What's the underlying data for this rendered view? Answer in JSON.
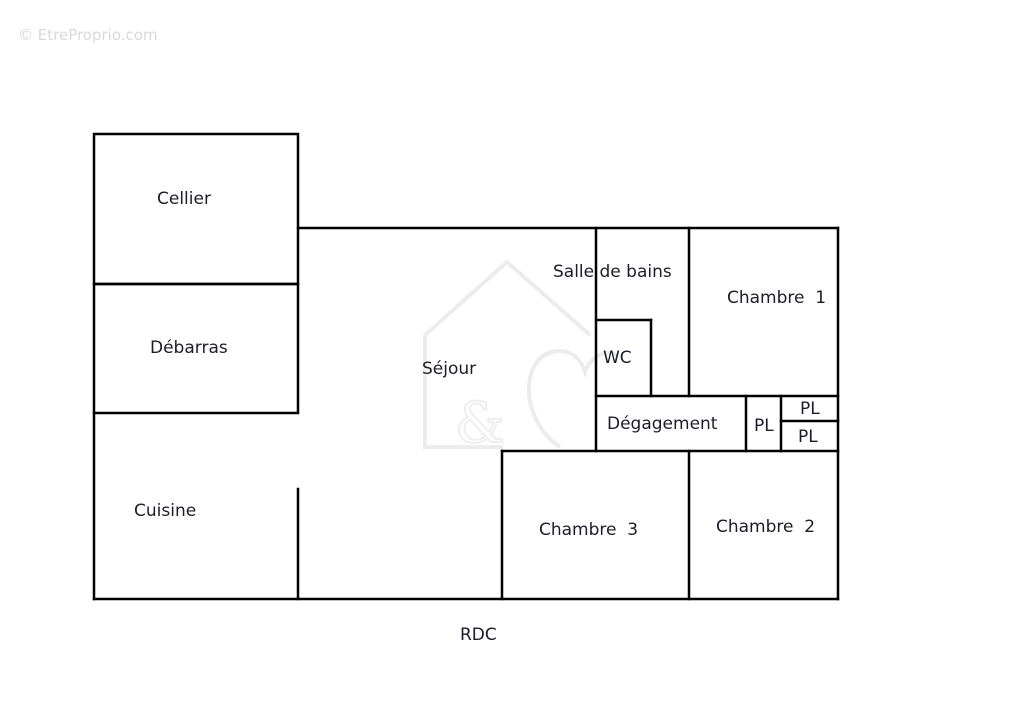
{
  "watermark": {
    "text": "© EtreProprio.com"
  },
  "plan": {
    "rooms": {
      "cellier": "Cellier",
      "debarras": "Débarras",
      "cuisine": "Cuisine",
      "sejour": "Séjour",
      "salle_de_bains": "Salle de bains",
      "wc": "WC",
      "chambre_1": "Chambre  1",
      "degagement": "Dégagement",
      "pl_1": "PL",
      "pl_2": "PL",
      "pl_3": "PL",
      "chambre_3": "Chambre  3",
      "chambre_2": "Chambre  2"
    },
    "level_label": "RDC"
  }
}
